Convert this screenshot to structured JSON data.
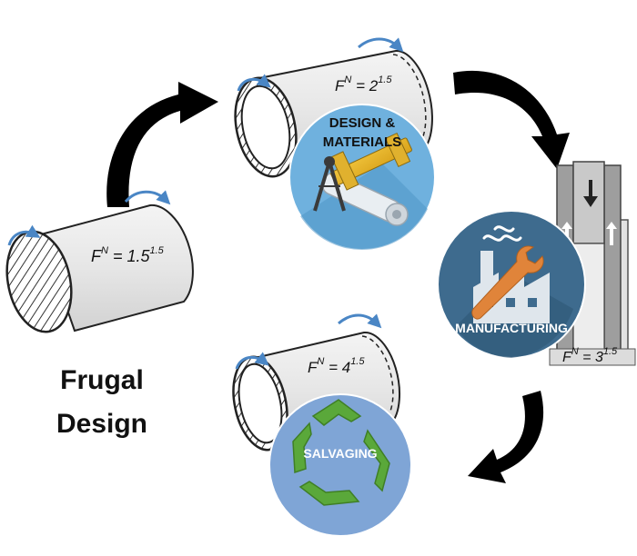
{
  "title": {
    "line1": "Frugal",
    "line2": "Design"
  },
  "stages": {
    "solid": {
      "formula_base": "F",
      "formula_sup": "N",
      "formula_rhs": " = 1.5",
      "formula_exp": "1.5"
    },
    "design": {
      "formula_base": "F",
      "formula_sup": "N",
      "formula_rhs": " = 2",
      "formula_exp": "1.5",
      "badge_line1": "DESIGN &",
      "badge_line2": "MATERIALS"
    },
    "manufacturing": {
      "formula_base": "F",
      "formula_sup": "N",
      "formula_rhs": " = 3",
      "formula_exp": "1.5",
      "badge_label": "MANUFACTURING"
    },
    "salvaging": {
      "formula_base": "F",
      "formula_sup": "N",
      "formula_rhs": " = 4",
      "formula_exp": "1.5",
      "badge_label": "SALVAGING"
    }
  },
  "colors": {
    "design_badge": "#6fb1de",
    "manufacturing_badge": "#3e6b8e",
    "salvaging_badge": "#7fa5d6",
    "recycle_green": "#5aa83a",
    "rotation_arrow": "#4a86c5",
    "cycle_arrow": "#000000"
  }
}
